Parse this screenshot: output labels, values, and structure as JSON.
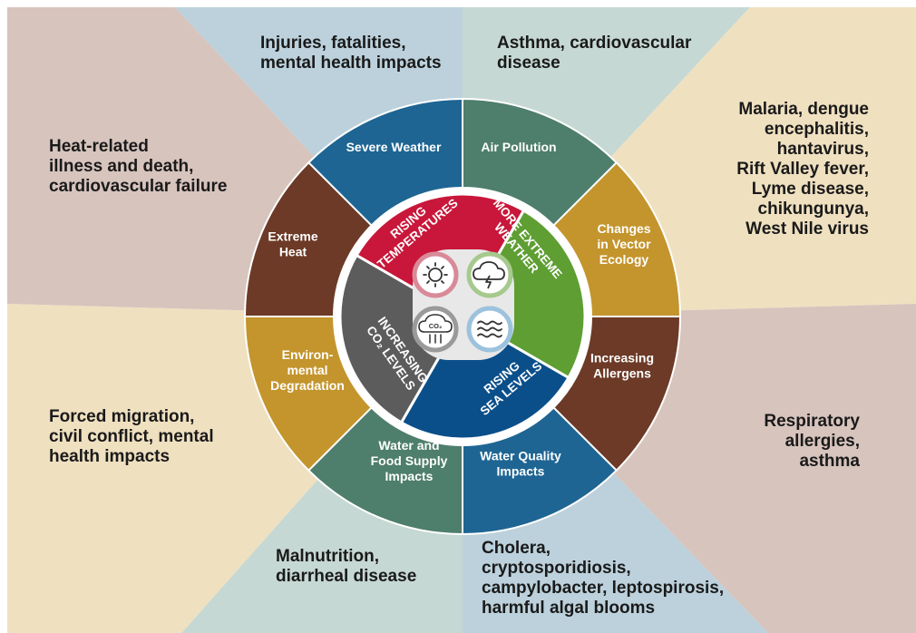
{
  "colors": {
    "blue_light": "#bcd1dc",
    "teal_light": "#c6d8d3",
    "tan_light": "#efe0c0",
    "mauve_light": "#d7c4bd",
    "severe_weather": "#1e6593",
    "air_pollution": "#4e7e6c",
    "vector": "#c4952d",
    "allergens": "#6c3a26",
    "water_quality": "#1e6593",
    "water_food": "#4e7e6c",
    "environmental": "#c4952d",
    "extreme_heat": "#6c3a26",
    "rising_temp": "#c8173a",
    "extreme_weather": "#5e9e33",
    "sea_levels": "#0b4f8a",
    "co2": "#5c5c5c"
  },
  "outer_impacts": {
    "top_left_center": "Injuries, fatalities,\nmental health impacts",
    "top_right_center": "Asthma, cardiovascular\ndisease",
    "right_top": "Malaria, dengue\nencephalitis,\nhantavirus,\nRift Valley fever,\nLyme disease,\nchikungunya,\nWest Nile virus",
    "right_bottom": "Respiratory\nallergies,\nasthma",
    "bottom_right_center": "Cholera,\ncryptosporidiosis,\ncampylobacter, leptospirosis,\nharmful algal blooms",
    "bottom_left_center": "Malnutrition,\ndiarrheal disease",
    "left_bottom": "Forced migration,\ncivil conflict, mental\nhealth impacts",
    "left_top": "Heat-related\nillness and death,\ncardiovascular failure"
  },
  "segments": {
    "severe_weather": [
      "Severe Weather"
    ],
    "air_pollution": [
      "Air Pollution"
    ],
    "vector": [
      "Changes",
      "in Vector",
      "Ecology"
    ],
    "allergens": [
      "Increasing",
      "Allergens"
    ],
    "water_quality": [
      "Water Quality",
      "Impacts"
    ],
    "water_food": [
      "Water and",
      "Food Supply",
      "Impacts"
    ],
    "environmental": [
      "Environ-",
      "mental",
      "Degradation"
    ],
    "extreme_heat": [
      "Extreme",
      "Heat"
    ]
  },
  "drivers": {
    "rising_temp": [
      "RISING",
      "TEMPERATURES"
    ],
    "extreme_weather": [
      "MORE EXTREME",
      "WEATHER"
    ],
    "sea_levels": [
      "RISING",
      "SEA LEVELS"
    ],
    "co2": [
      "INCREASING",
      "CO₂ LEVELS"
    ]
  },
  "icons": {
    "sun": "sun-icon",
    "storm": "storm-cloud-icon",
    "co2": "co2-cloud-icon",
    "waves": "waves-icon",
    "co2_label": "CO₂"
  }
}
